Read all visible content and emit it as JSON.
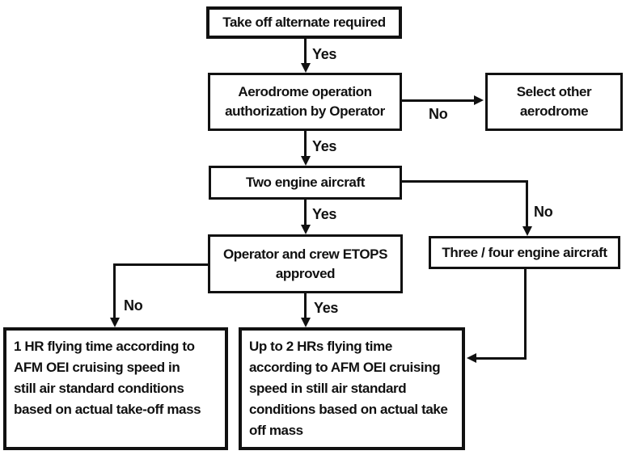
{
  "diagram": {
    "nodes": {
      "takeoff_alternate": "Take off alternate required",
      "aerodrome_auth": [
        "Aerodrome operation",
        "authorization by Operator"
      ],
      "select_other": [
        "Select other",
        "aerodrome"
      ],
      "two_engine": "Two engine aircraft",
      "three_four_engine": "Three / four engine aircraft",
      "etops_approved": [
        "Operator and crew ETOPS",
        "approved"
      ],
      "one_hr": [
        "1 HR flying time according to",
        "AFM OEI cruising speed in",
        "still air standard conditions",
        "based on actual take-off mass"
      ],
      "two_hrs": [
        "Up to 2 HRs flying time",
        "according to AFM OEI cruising",
        "speed in still air standard",
        "conditions based on actual take",
        "off mass"
      ]
    },
    "edge_labels": {
      "yes1": "Yes",
      "no_select": "No",
      "yes2": "Yes",
      "no_three_four": "No",
      "yes3": "Yes",
      "no_one_hr": "No",
      "yes4": "Yes"
    },
    "colors": {
      "line": "#111111",
      "background": "#ffffff",
      "text": "#111111"
    }
  }
}
